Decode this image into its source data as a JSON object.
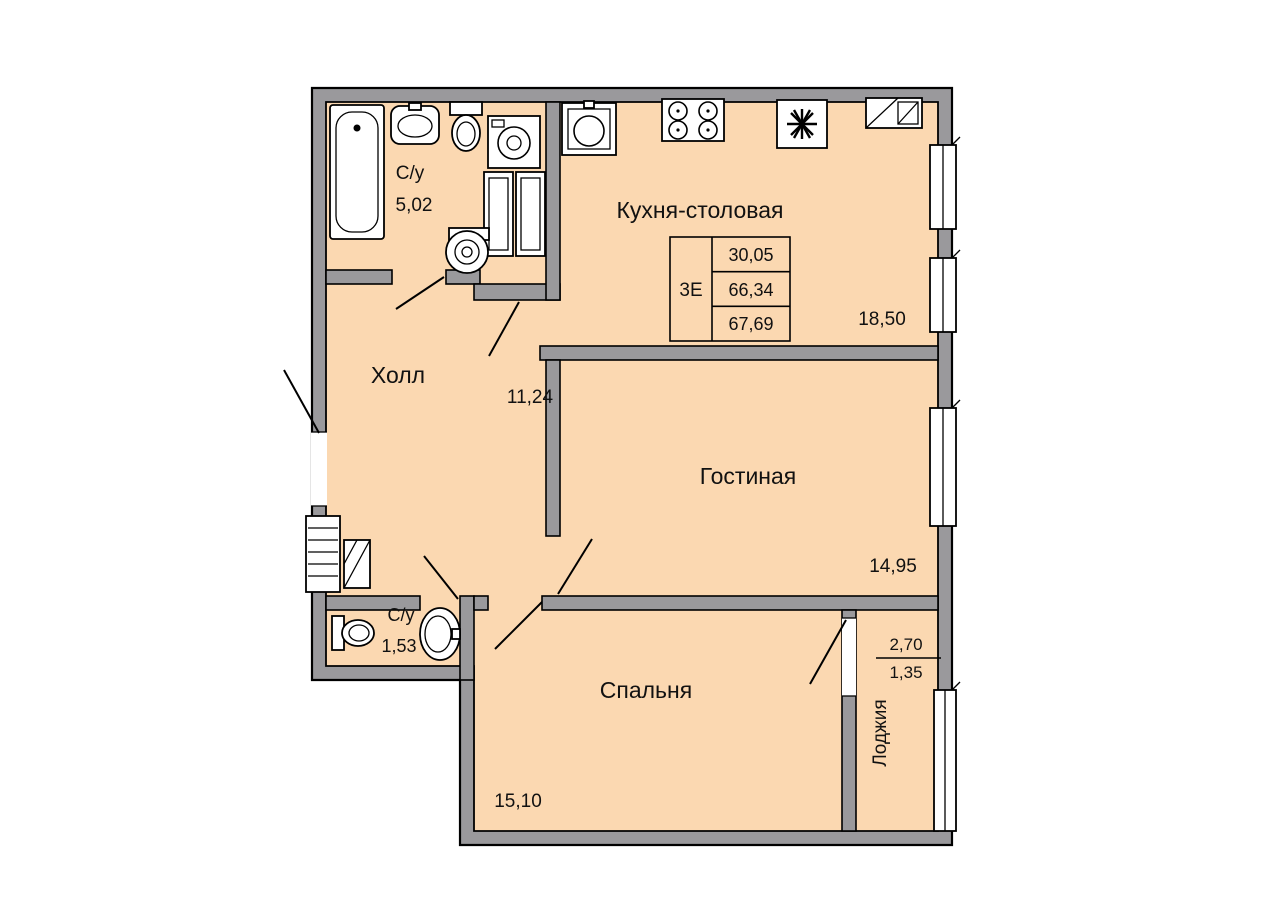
{
  "colors": {
    "wall": "#9a999c",
    "floor": "#fbd8b1",
    "outline": "#000000",
    "fixture": "#ffffff"
  },
  "rooms": {
    "bathroom_top": {
      "name": "С/у",
      "area": "5,02"
    },
    "kitchen_dining": {
      "name": "Кухня-столовая",
      "area": "18,50"
    },
    "hall": {
      "name": "Холл",
      "area": "11,24"
    },
    "living_room": {
      "name": "Гостиная",
      "area": "14,95"
    },
    "bathroom_bottom": {
      "name": "С/у",
      "area": "1,53"
    },
    "bedroom": {
      "name": "Спальня",
      "area": "15,10"
    },
    "loggia": {
      "name": "Лоджия",
      "area_full": "2,70",
      "area_reduced": "1,35"
    }
  },
  "info_table": {
    "flat_type": "3Е",
    "living_area": "30,05",
    "area_without_loggia": "66,34",
    "total_area": "67,69"
  }
}
